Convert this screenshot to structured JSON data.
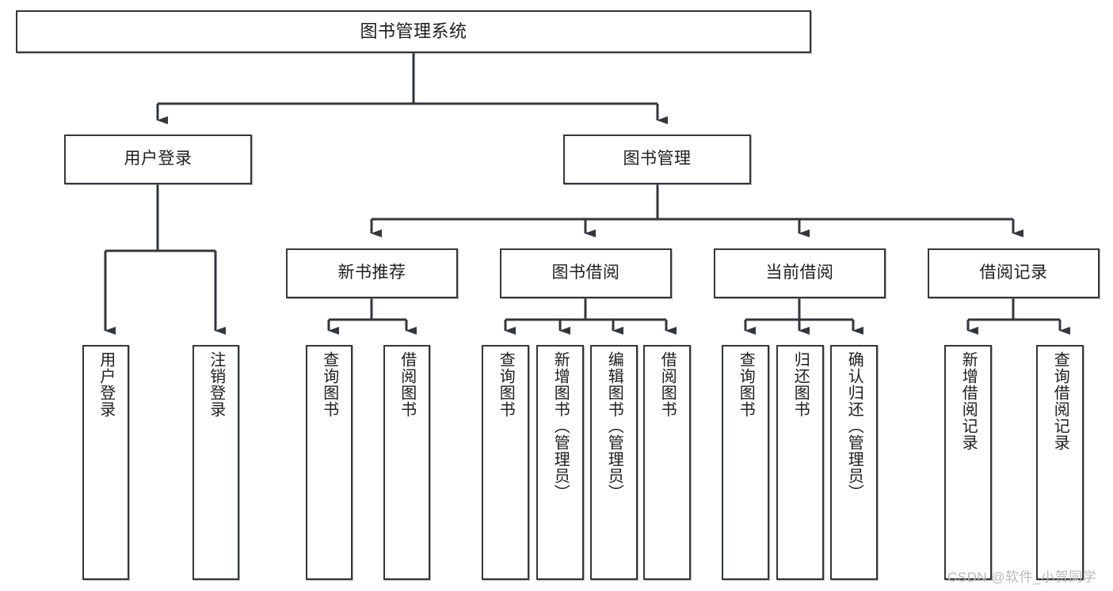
{
  "diagram": {
    "title": "图书管理系统",
    "type": "tree-hierarchy-chart",
    "colors": {
      "node_border": "#33373b",
      "node_fill": "#ffffff",
      "edge": "#33373b",
      "text": "#1d1d1d",
      "watermark": "#b9b9b9"
    },
    "nodes": {
      "root": {
        "label": "图书管理系统"
      },
      "level2": [
        {
          "label": "用户登录"
        },
        {
          "label": "图书管理"
        }
      ],
      "level3": [
        {
          "label": "新书推荐"
        },
        {
          "label": "图书借阅"
        },
        {
          "label": "当前借阅"
        },
        {
          "label": "借阅记录"
        }
      ],
      "leaves": {
        "user_login": [
          {
            "label": "用户登录"
          },
          {
            "label": "注销登录"
          }
        ],
        "new_book_recommend": [
          {
            "label": "查询图书"
          },
          {
            "label": "借阅图书"
          }
        ],
        "book_borrow": [
          {
            "label": "查询图书"
          },
          {
            "label": "新增图书（管理员）"
          },
          {
            "label": "编辑图书（管理员）"
          },
          {
            "label": "借阅图书"
          }
        ],
        "current_borrow": [
          {
            "label": "查询图书"
          },
          {
            "label": "归还图书"
          },
          {
            "label": "确认归还（管理员）"
          }
        ],
        "borrow_record": [
          {
            "label": "新增借阅记录"
          },
          {
            "label": "查询借阅记录"
          }
        ]
      }
    },
    "watermark": "CSDN @软件_小贺同学"
  }
}
